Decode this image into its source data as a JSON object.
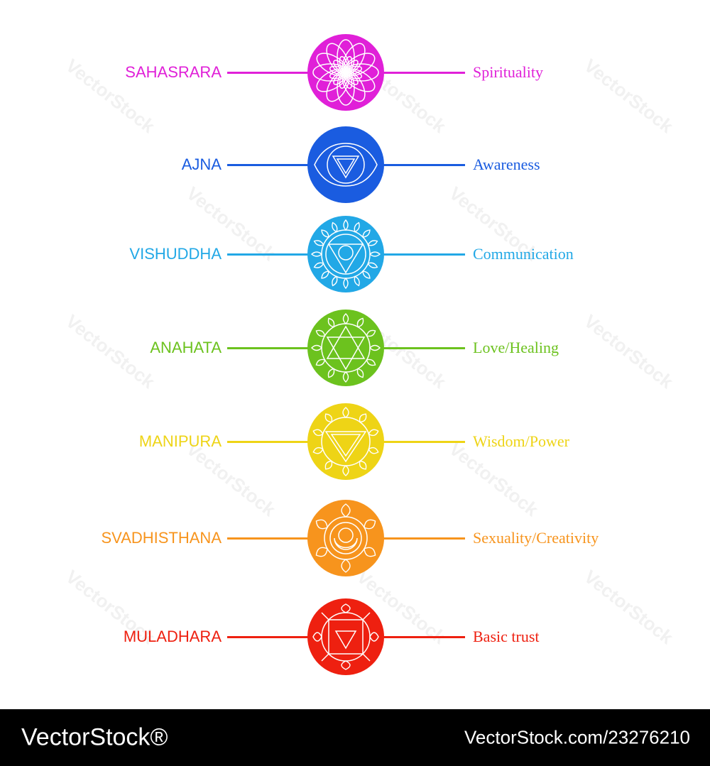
{
  "chakras": [
    {
      "name": "SAHASRARA",
      "meaning": "Spirituality",
      "color": "#e020d8",
      "symbol": "lotus-icon"
    },
    {
      "name": "AJNA",
      "meaning": "Awareness",
      "color": "#1a5ce0",
      "symbol": "third-eye-icon"
    },
    {
      "name": "VISHUDDHA",
      "meaning": "Communication",
      "color": "#22a8e6",
      "symbol": "throat-triangle-icon"
    },
    {
      "name": "ANAHATA",
      "meaning": "Love/Healing",
      "color": "#6cc21e",
      "symbol": "hexagram-icon"
    },
    {
      "name": "MANIPURA",
      "meaning": "Wisdom/Power",
      "color": "#eed416",
      "symbol": "solar-triangle-icon"
    },
    {
      "name": "SVADHISTHANA",
      "meaning": "Sexuality/Creativity",
      "color": "#f7941d",
      "symbol": "crescent-lotus-icon"
    },
    {
      "name": "MULADHARA",
      "meaning": "Basic trust",
      "color": "#ee2010",
      "symbol": "square-triangle-icon"
    }
  ],
  "watermark": "VectorStock",
  "footer": {
    "brand": "VectorStock®",
    "image_id": "VectorStock.com/23276210"
  }
}
